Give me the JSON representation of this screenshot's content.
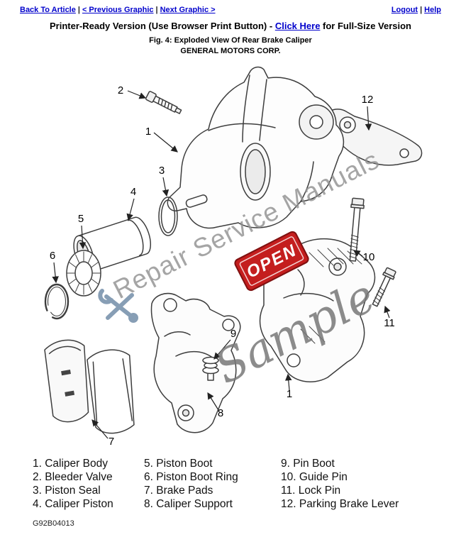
{
  "nav": {
    "back_to_article": "Back To Article",
    "previous_graphic": "< Previous Graphic",
    "next_graphic": "Next Graphic >",
    "logout": "Logout",
    "help": "Help",
    "separator": "|"
  },
  "header": {
    "printer_ready_prefix": "Printer-Ready Version (Use Browser Print Button) - ",
    "click_here": "Click Here",
    "printer_ready_suffix": " for Full-Size Version",
    "figure_title": "Fig. 4: Exploded View Of Rear Brake Caliper",
    "manufacturer": "GENERAL MOTORS CORP."
  },
  "diagram": {
    "callouts": {
      "c1_top": "1",
      "c2": "2",
      "c3": "3",
      "c4": "4",
      "c5": "5",
      "c6": "6",
      "c7": "7",
      "c8": "8",
      "c9": "9",
      "c10": "10",
      "c11": "11",
      "c12": "12",
      "c1_bottom": "1"
    },
    "watermark": {
      "brand": "Repair Service Manuals",
      "sample": "Sample",
      "open": "OPEN"
    }
  },
  "legend": {
    "items": [
      "1. Caliper Body",
      "2. Bleeder Valve",
      "3. Piston Seal",
      "4. Caliper Piston",
      "5. Piston Boot",
      "6. Piston Boot Ring",
      "7. Brake Pads",
      "8. Caliper Support",
      "9. Pin Boot",
      "10. Guide Pin",
      "11. Lock Pin",
      "12. Parking Brake Lever"
    ]
  },
  "footer": {
    "figure_id": "G92B04013"
  },
  "colors": {
    "link": "#0000cc",
    "watermark_gray": "#8f8f8f",
    "open_red": "#c41e1e"
  }
}
